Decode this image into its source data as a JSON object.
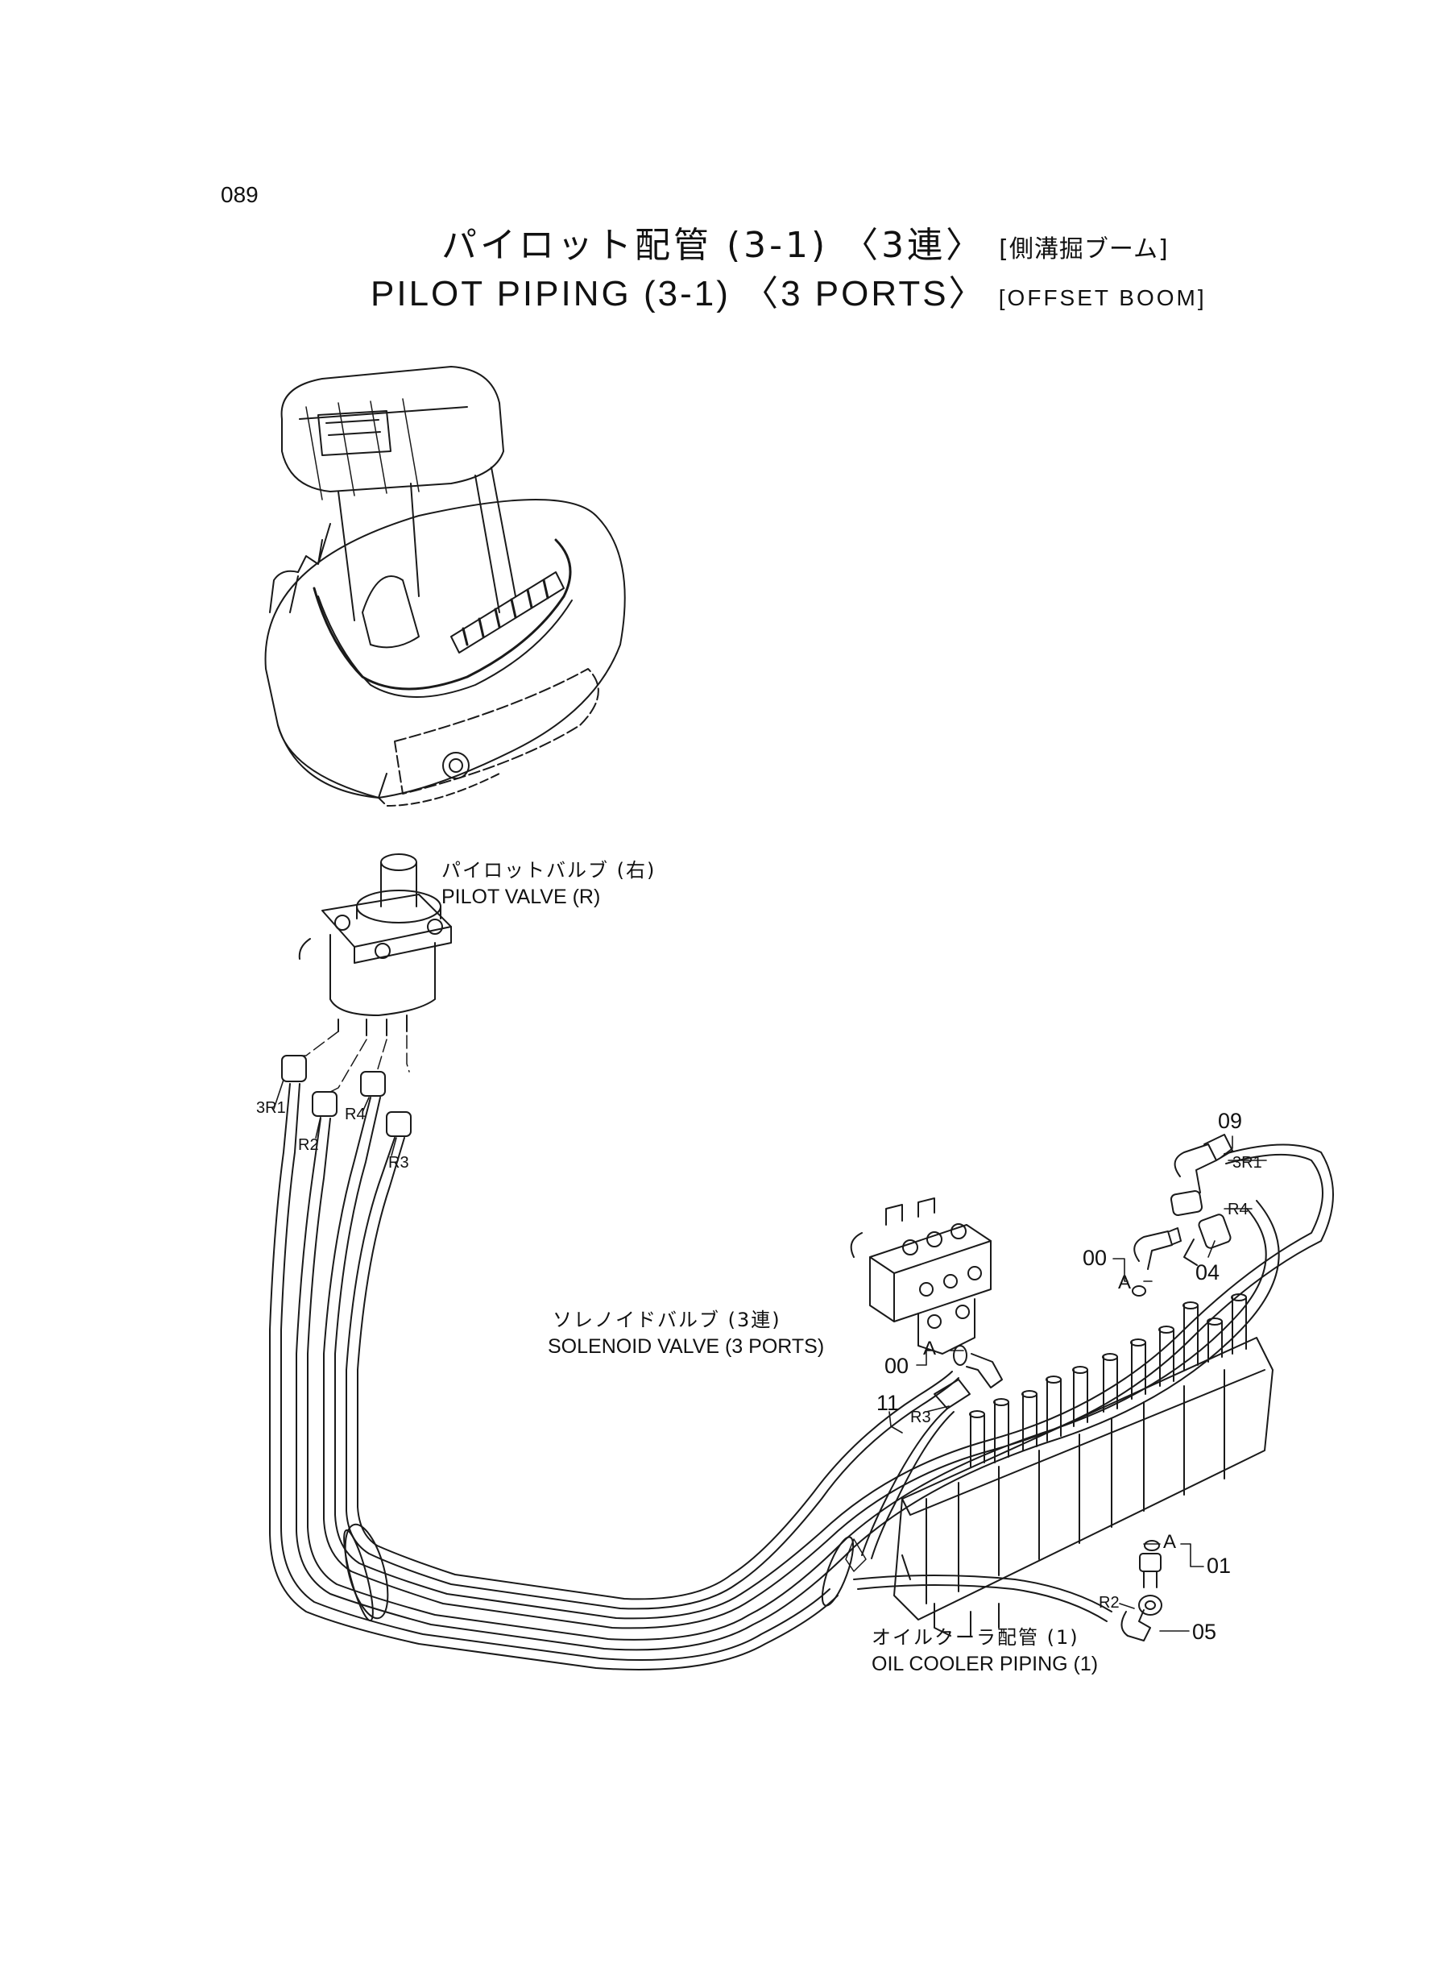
{
  "page_number": "089",
  "title": {
    "jp_main": "パイロット配管 (3-1) 〈3連〉",
    "jp_sub": "[側溝掘ブーム]",
    "en_main": "PILOT PIPING (3-1) 〈3 PORTS〉",
    "en_sub": "[OFFSET BOOM]"
  },
  "labels": {
    "pilot_valve_jp": "パイロットバルブ (右)",
    "pilot_valve_en": "PILOT VALVE (R)",
    "solenoid_valve_jp": "ソレノイドバルブ (3連)",
    "solenoid_valve_en": "SOLENOID VALVE (3 PORTS)",
    "oil_cooler_jp": "オイルクーラ配管 (1)",
    "oil_cooler_en": "OIL COOLER PIPING (1)"
  },
  "part_numbers": {
    "p09": "09",
    "p04": "04",
    "p00a": "00",
    "p00b": "00",
    "p11": "11",
    "p01": "01",
    "p05": "05"
  },
  "hose_tags": {
    "t3r1_left": "3R1",
    "t2_left": "R2",
    "t4_left": "R4",
    "t3_left": "R3",
    "t3r1_right": "3R1",
    "t4_right": "R4",
    "t3_right": "R3",
    "t2_right": "R2"
  },
  "detail_tags": {
    "a1": "A",
    "a2": "A",
    "a3": "A"
  }
}
